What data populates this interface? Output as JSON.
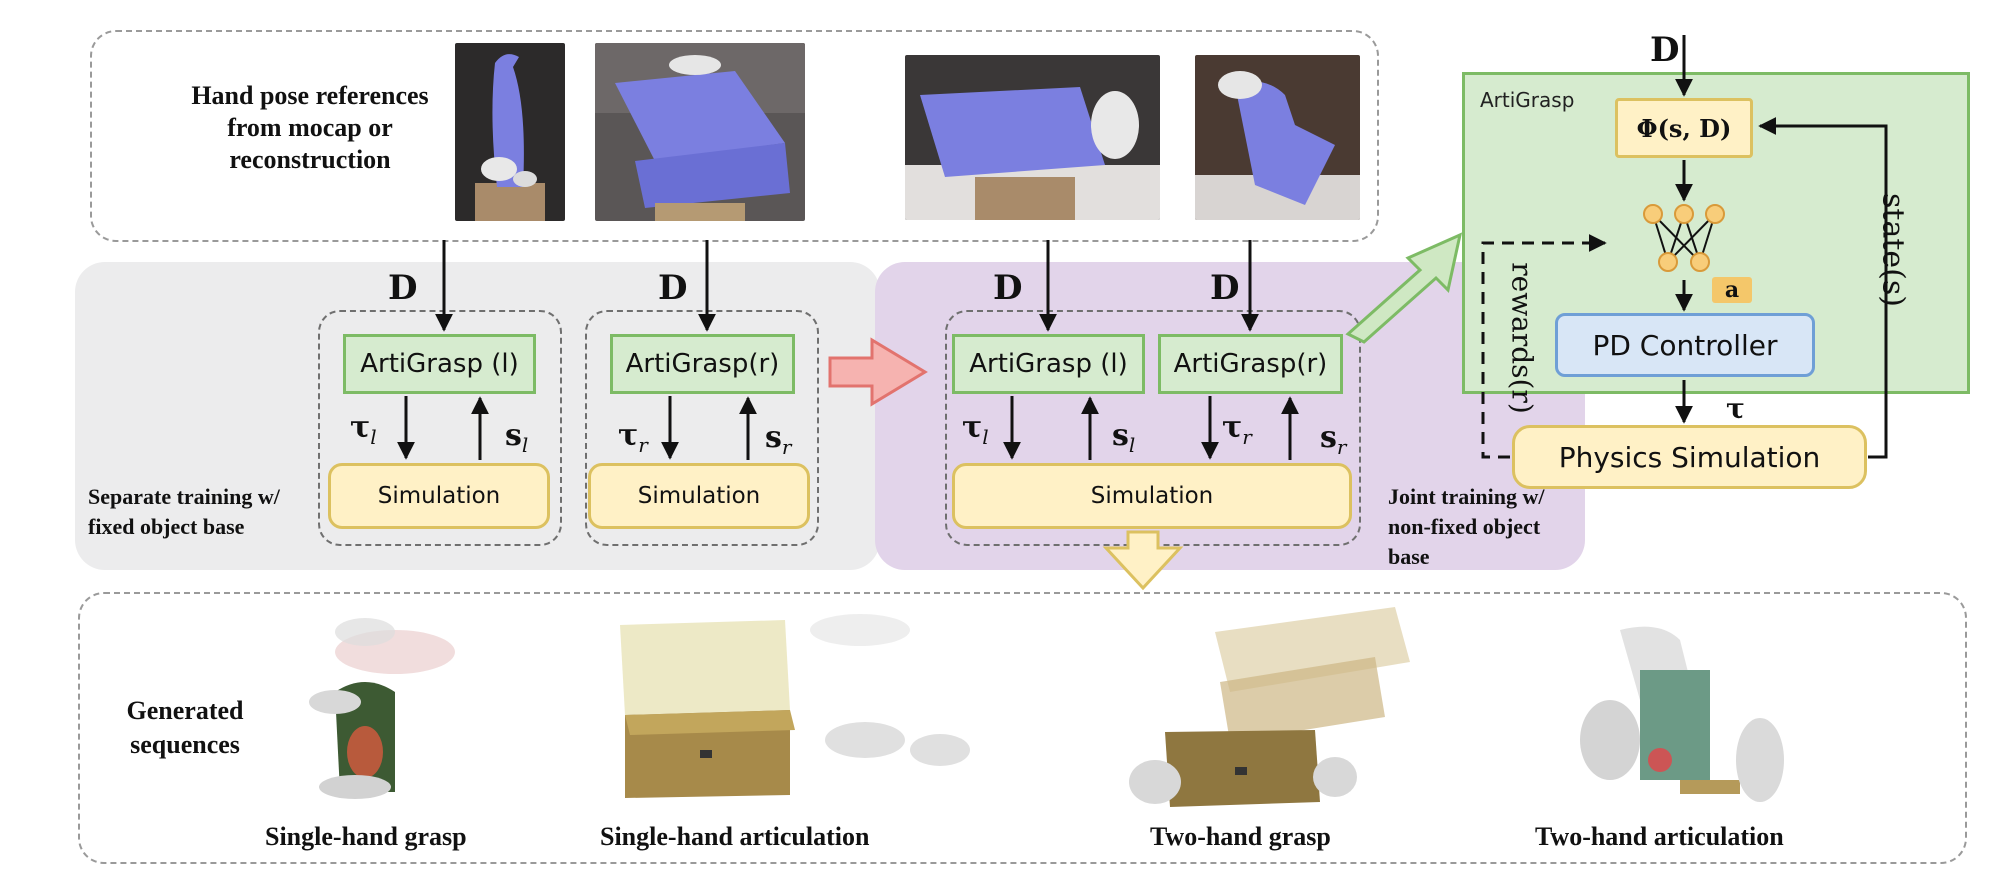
{
  "top_section": {
    "caption": "Hand pose references from mocap or reconstruction"
  },
  "symbols": {
    "D": "D",
    "tau_l": "τ",
    "tau_l_sub": "l",
    "s_l": "s",
    "s_l_sub": "l",
    "tau_r": "τ",
    "tau_r_sub": "r",
    "s_r": "s",
    "s_r_sub": "r",
    "a": "a",
    "tau": "τ"
  },
  "separate": {
    "left_model": "ArtiGrasp (l)",
    "right_model": "ArtiGrasp(r)",
    "sim_left": "Simulation",
    "sim_right": "Simulation",
    "caption": "Separate training w/ fixed object base"
  },
  "joint": {
    "left_model": "ArtiGrasp (l)",
    "right_model": "ArtiGrasp(r)",
    "sim": "Simulation",
    "caption": "Joint training w/ non-fixed object base"
  },
  "detail": {
    "title": "ArtiGrasp",
    "phi": "Φ(s, D)",
    "pd": "PD Controller",
    "physics": "Physics Simulation",
    "rewards": "rewards(r)",
    "state": "state(s)"
  },
  "bottom_section": {
    "caption": "Generated sequences",
    "labels": [
      "Single-hand grasp",
      "Single-hand articulation",
      "Two-hand grasp",
      "Two-hand articulation"
    ]
  },
  "colors": {
    "green_fill": "#d6ebcf",
    "green_border": "#7dbb65",
    "sim_fill": "#fff1c6",
    "sim_border": "#dcc160",
    "pd_fill": "#d8e6f6",
    "pd_border": "#6f9fd6",
    "purple_panel": "#e2d4ea",
    "gray_panel": "#ececed",
    "object_purple": "#7b7fe0"
  }
}
